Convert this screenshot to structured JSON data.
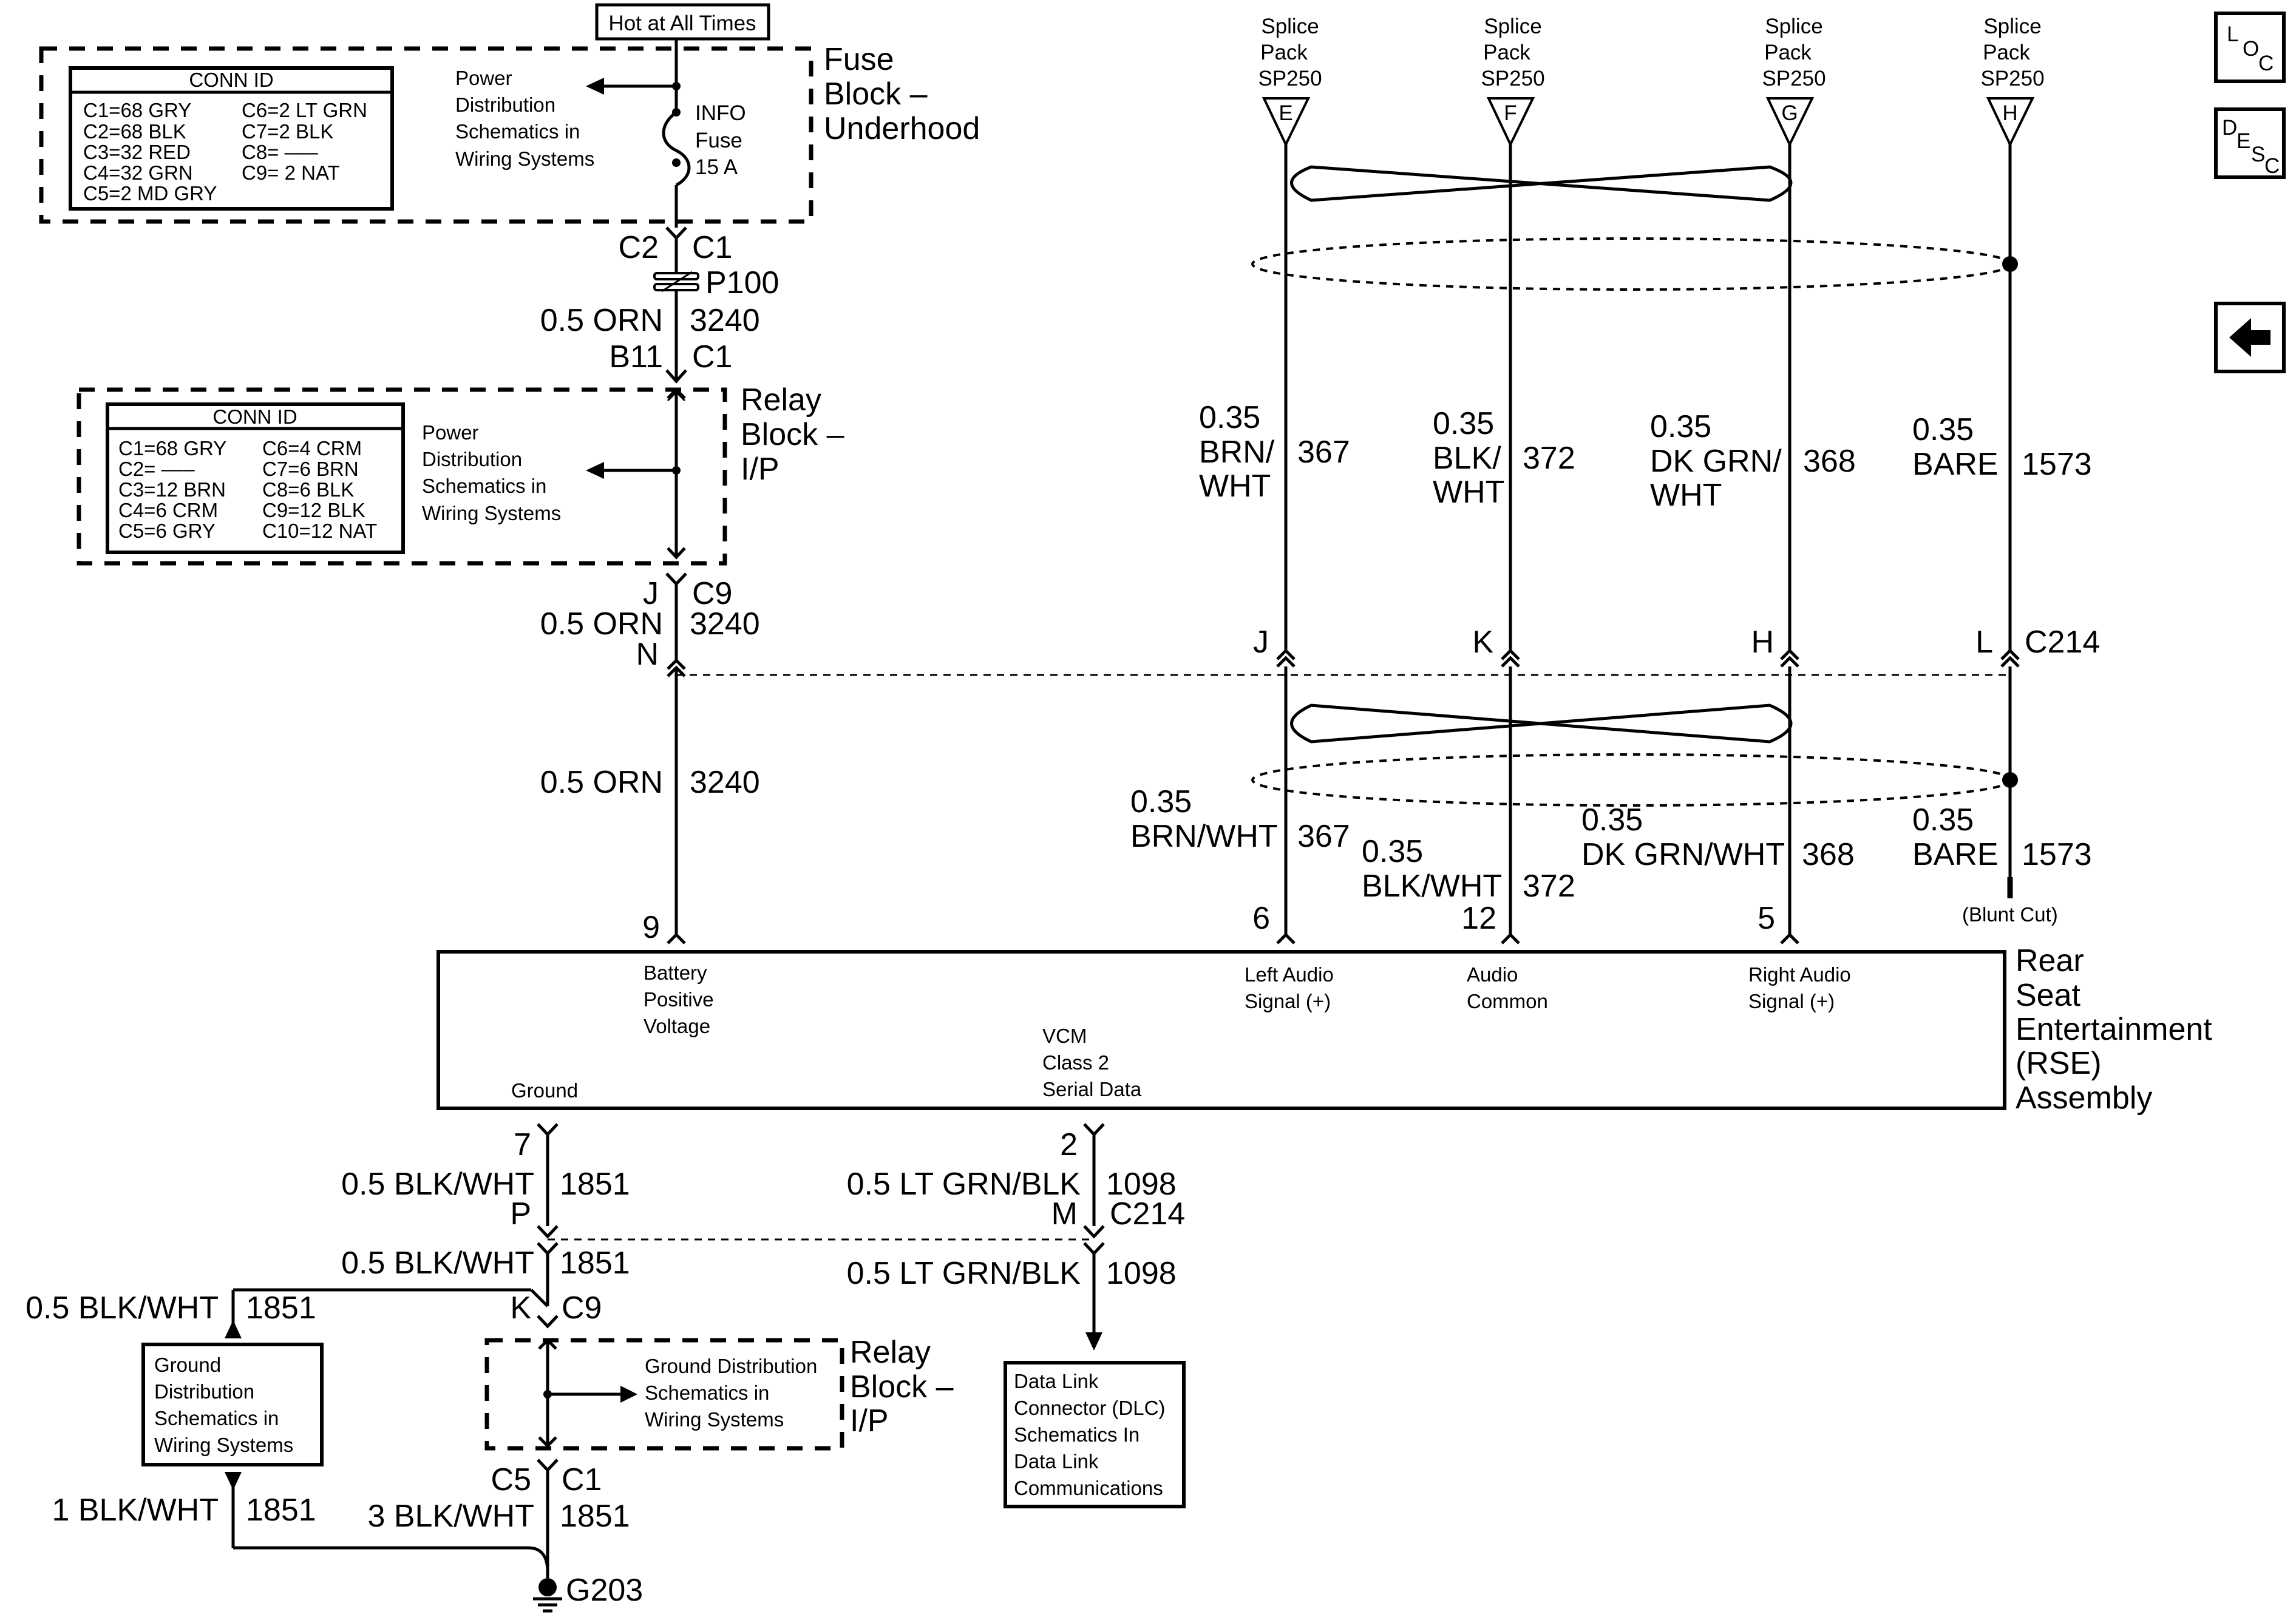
{
  "hot_label": "Hot at All Times",
  "fuse_block": {
    "title": [
      "Fuse",
      "Block –",
      "Underhood"
    ],
    "conn_title": "CONN ID",
    "conn_left": [
      "C1=68 GRY",
      "C2=68 BLK",
      "C3=32 RED",
      "C4=32 GRN",
      "C5=2 MD GRY"
    ],
    "conn_right": [
      "C6=2 LT GRN",
      "C7=2 BLK",
      "C8=  –––",
      "C9= 2 NAT"
    ],
    "power_ref": [
      "Power",
      "Distribution",
      "Schematics in",
      "Wiring Systems"
    ],
    "fuse": [
      "INFO",
      "Fuse",
      "15 A"
    ]
  },
  "relay_block": {
    "title": [
      "Relay",
      "Block –",
      "I/P"
    ],
    "conn_title": "CONN ID",
    "conn_left": [
      "C1=68 GRY",
      "C2=  –––",
      "C3=12 BRN",
      "C4=6 CRM",
      "C5=6 GRY"
    ],
    "conn_right": [
      "C6=4 CRM",
      "C7=6 BRN",
      "C8=6 BLK",
      "C9=12 BLK",
      "C10=12 NAT"
    ],
    "power_ref": [
      "Power",
      "Distribution",
      "Schematics in",
      "Wiring Systems"
    ]
  },
  "power_wire": {
    "c2": "C2",
    "c1": "C1",
    "p100": "P100",
    "gauge": "0.5 ORN",
    "circuit": "3240",
    "b11": "B11",
    "c1b": "C1",
    "j": "J",
    "c9": "C9",
    "n": "N",
    "pin": "9"
  },
  "splice_packs": [
    {
      "name": [
        "Splice",
        "Pack",
        "SP250"
      ],
      "letter": "E"
    },
    {
      "name": [
        "Splice",
        "Pack",
        "SP250"
      ],
      "letter": "F"
    },
    {
      "name": [
        "Splice",
        "Pack",
        "SP250"
      ],
      "letter": "G"
    },
    {
      "name": [
        "Splice",
        "Pack",
        "SP250"
      ],
      "letter": "H"
    }
  ],
  "upper_wires": [
    {
      "gauge": [
        "0.35",
        "BRN/",
        "WHT"
      ],
      "circuit": "367",
      "pin": "J"
    },
    {
      "gauge": [
        "0.35",
        "BLK/",
        "WHT"
      ],
      "circuit": "372",
      "pin": "K"
    },
    {
      "gauge": [
        "0.35",
        "DK GRN/",
        "WHT"
      ],
      "circuit": "368",
      "pin": "H"
    },
    {
      "gauge": [
        "0.35",
        "BARE"
      ],
      "circuit": "1573",
      "pin": "L"
    }
  ],
  "c214_top": "C214",
  "lower_wires": [
    {
      "gauge": [
        "0.35",
        "BRN/WHT"
      ],
      "circuit": "367",
      "pin": "6"
    },
    {
      "gauge": [
        "0.35",
        "BLK/WHT"
      ],
      "circuit": "372",
      "pin": "12"
    },
    {
      "gauge": [
        "0.35",
        "DK GRN/WHT"
      ],
      "circuit": "368",
      "pin": "5"
    },
    {
      "gauge": [
        "0.35",
        "BARE"
      ],
      "circuit": "1573",
      "note": "(Blunt Cut)"
    }
  ],
  "rse": {
    "title": [
      "Rear",
      "Seat",
      "Entertainment",
      "(RSE)",
      "Assembly"
    ],
    "battery": [
      "Battery",
      "Positive",
      "Voltage"
    ],
    "left_audio": [
      "Left Audio",
      "Signal (+)"
    ],
    "audio_common": [
      "Audio",
      "Common"
    ],
    "right_audio": [
      "Right Audio",
      "Signal (+)"
    ],
    "vcm": [
      "VCM",
      "Class 2",
      "Serial Data"
    ],
    "ground": "Ground"
  },
  "ground_wire": {
    "pin": "7",
    "gauge": "0.5 BLK/WHT",
    "circuit": "1851",
    "p": "P",
    "gauge2": "0.5 BLK/WHT",
    "circuit2": "1851",
    "branch_gauge": "0.5 BLK/WHT",
    "branch_circuit": "1851",
    "k": "K",
    "c9": "C9",
    "c5": "C5",
    "c1": "C1",
    "gauge3": "3 BLK/WHT",
    "circuit3": "1851",
    "branch_gauge2": "1 BLK/WHT",
    "branch_circuit2": "1851",
    "g203": "G203",
    "ground_ref": [
      "Ground",
      "Distribution",
      "Schematics in",
      "Wiring Systems"
    ]
  },
  "relay_block_lower": {
    "title": [
      "Relay",
      "Block –",
      "I/P"
    ],
    "ref": [
      "Ground Distribution",
      "Schematics in",
      "Wiring Systems"
    ]
  },
  "data_wire": {
    "pin": "2",
    "gauge": "0.5 LT GRN/BLK",
    "circuit": "1098",
    "m": "M",
    "c214": "C214",
    "gauge2": "0.5 LT GRN/BLK",
    "circuit2": "1098",
    "dlc": [
      "Data Link",
      "Connector (DLC)",
      "Schematics In",
      "Data Link",
      "Communications"
    ]
  },
  "side_icons": {
    "loc": [
      "L",
      "O",
      "C"
    ],
    "desc": [
      "D",
      "E",
      "S",
      "C"
    ],
    "back_icon": "back-arrow-icon"
  }
}
